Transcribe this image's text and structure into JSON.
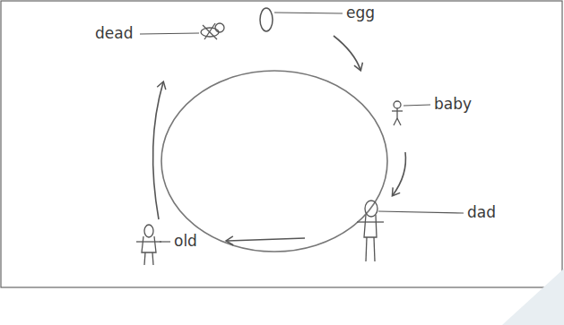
{
  "diagram": {
    "labels": [
      "egg",
      "baby",
      "dad",
      "old",
      "dead"
    ]
  }
}
